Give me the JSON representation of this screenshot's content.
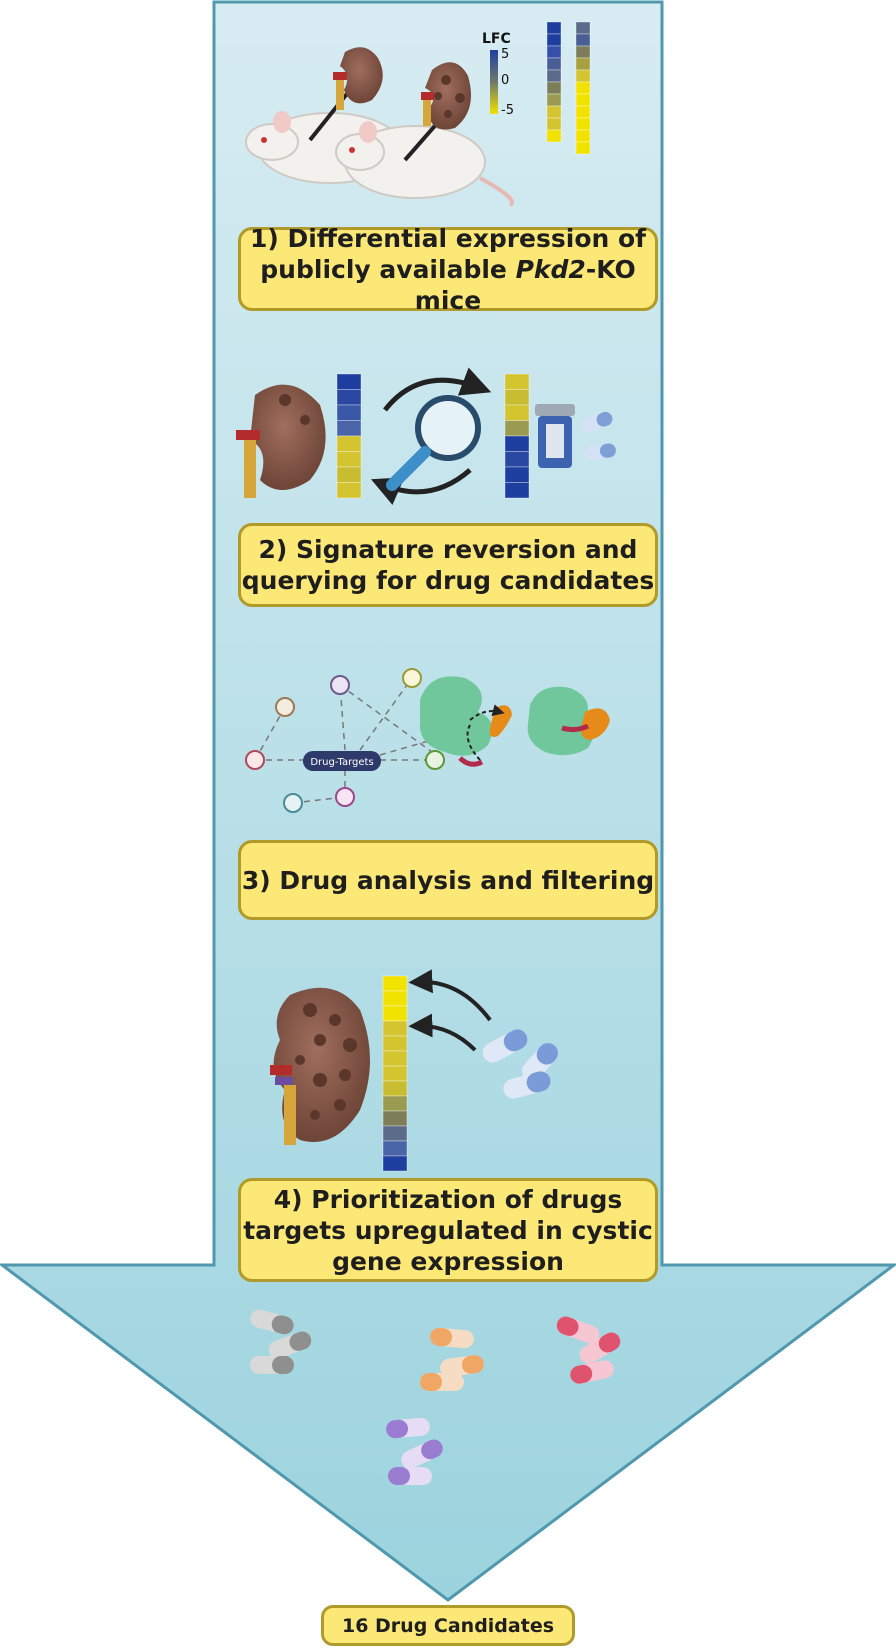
{
  "steps": [
    {
      "line1": "1) Differential expression of",
      "line2_pre": "publicly available ",
      "line2_em": "Pkd2",
      "line2_post": "-KO mice"
    },
    {
      "line1": "2) Signature reversion and",
      "line2": "querying for drug candidates"
    },
    {
      "line1": "3) Drug analysis and filtering"
    },
    {
      "line1": "4) Prioritization of drugs",
      "line2": "targets upregulated in cystic",
      "line3": "gene expression"
    }
  ],
  "legend": {
    "title": "LFC",
    "max": "5",
    "mid": "0",
    "min": "-5"
  },
  "network_center_label": "Drug-Targets",
  "final": "16 Drug Candidates",
  "colors": {
    "arrow_fill": "#a9d8e2",
    "arrow_stroke": "#4f98ad",
    "box_fill": "#fce877",
    "box_border": "#b09a2a",
    "up_blue": "#1f3fa0",
    "down_yellow": "#f2e200",
    "kidney": "#8a5a4a"
  },
  "icons": [
    "mouse-icon",
    "kidney-icon",
    "magnifier-icon",
    "pill-bottle-icon",
    "capsule-icon",
    "protein-icon",
    "network-node-icon"
  ]
}
